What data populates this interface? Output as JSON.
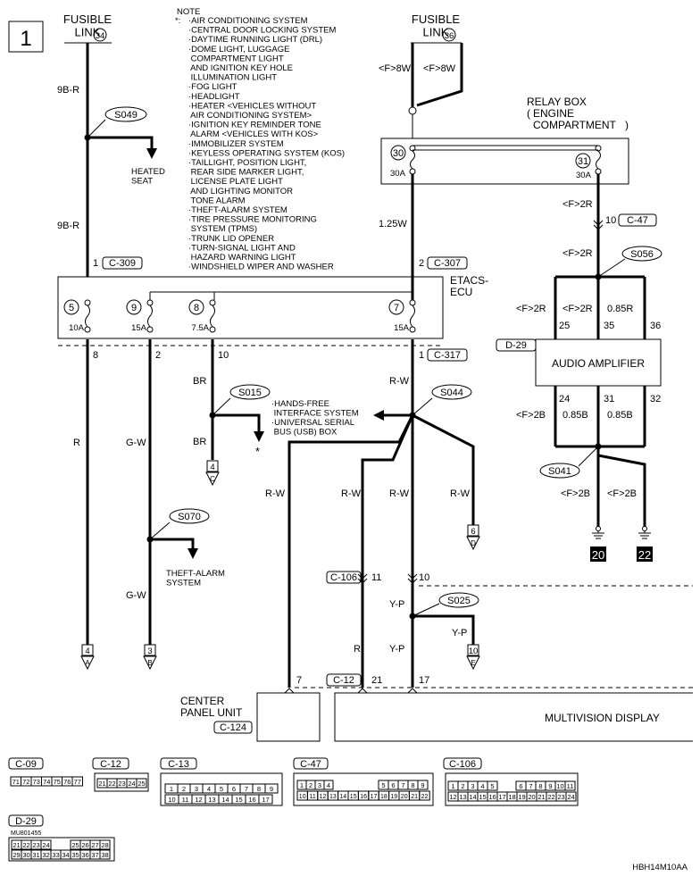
{
  "page_number": "1",
  "fusible_link_left": {
    "label": "FUSIBLE\nLINK",
    "number": "34"
  },
  "fusible_link_right": {
    "label": "FUSIBLE\nLINK",
    "number": "36"
  },
  "note": {
    "title": "NOTE",
    "star": "*:",
    "items": [
      "·AIR CONDITIONING SYSTEM",
      "·CENTRAL DOOR LOCKING SYSTEM",
      "·DAYTIME RUNNING LIGHT (DRL)",
      "·DOME LIGHT, LUGGAGE",
      " COMPARTMENT LIGHT",
      " AND IGNITION KEY HOLE",
      " ILLUMINATION LIGHT",
      "·FOG LIGHT",
      "·HEADLIGHT",
      "·HEATER <VEHICLES WITHOUT",
      " AIR CONDITIONING SYSTEM>",
      "·IGNITION KEY REMINDER TONE",
      " ALARM <VEHICLES WITH KOS>",
      "·IMMOBILIZER SYSTEM",
      "·KEYLESS OPERATING SYSTEM (KOS)",
      "·TAILLIGHT, POSITION LIGHT,",
      " REAR SIDE MARKER LIGHT,",
      " LICENSE PLATE LIGHT",
      " AND LIGHTING MONITOR",
      " TONE ALARM",
      "·THEFT-ALARM SYSTEM",
      "·TIRE PRESSURE MONITORING",
      " SYSTEM (TPMS)",
      "·TRUNK LID OPENER",
      "·TURN-SIGNAL LIGHT AND",
      " HAZARD WARNING LIGHT",
      "·WINDSHIELD WIPER AND WASHER"
    ]
  },
  "wires": {
    "w9BR_top": "9B-R",
    "w9BR_bot": "9B-R",
    "f8W_a": "<F>8W",
    "f8W_b": "<F>8W",
    "w125W": "1.25W",
    "f2R_1": "<F>2R",
    "w10": "10",
    "f2R_2": "<F>2R",
    "f2R_3": "<F>2R",
    "f2R_4": "<F>2R",
    "w085R": "0.85R",
    "n25": "25",
    "n35": "35",
    "n36": "36",
    "n24": "24",
    "n31": "31",
    "n32": "32",
    "f2B_1": "<F>2B",
    "w085B_1": "0.85B",
    "w085B_2": "0.85B",
    "f2B_2": "<F>2B",
    "f2B_3": "<F>2B",
    "R_1": "R",
    "GW_1": "G-W",
    "BR_1": "BR",
    "BR_2": "BR",
    "RW_1": "R-W",
    "RW_2": "R-W",
    "RW_3": "R-W",
    "RW_4": "R-W",
    "RW_5": "R-W",
    "GW_2": "G-W",
    "R_2": "R",
    "YP_1": "Y-P",
    "YP_2": "Y-P",
    "YP_3": "Y-P",
    "n8": "8",
    "n2": "2",
    "n10a": "10",
    "n1a": "1",
    "n1b": "1",
    "n2b": "2",
    "n11": "11",
    "n10b": "10",
    "n7": "7",
    "n21": "21",
    "n17": "17"
  },
  "connectors": {
    "c309": "C-309",
    "c307": "C-307",
    "c317": "C-317",
    "c47": "C-47",
    "d29": "D-29",
    "c106": "C-106",
    "c12": "C-12",
    "c124": "C-124"
  },
  "splices": {
    "s049": "S049",
    "s015": "S015",
    "s044": "S044",
    "s070": "S070",
    "s056": "S056",
    "s041": "S041",
    "s025": "S025"
  },
  "fuses": [
    {
      "num": "5",
      "amp": "10A"
    },
    {
      "num": "9",
      "amp": "15A"
    },
    {
      "num": "8",
      "amp": "7.5A"
    },
    {
      "num": "7",
      "amp": "15A"
    }
  ],
  "relay_fuses": [
    {
      "num": "30",
      "amp": "30A"
    },
    {
      "num": "31",
      "amp": "30A"
    }
  ],
  "components": {
    "relay_box": "RELAY BOX",
    "relay_box_sub1": "ENGINE",
    "relay_box_sub2": "COMPARTMENT",
    "etacs": "ETACS-",
    "etacs2": "ECU",
    "heated_seat": "HEATED\nSEAT",
    "hands_free": "·HANDS-FREE\n INTERFACE SYSTEM\n·UNIVERSAL SERIAL\n BUS (USB) BOX",
    "theft_alarm": "THEFT-ALARM\nSYSTEM",
    "audio_amp": "AUDIO AMPLIFIER",
    "center_panel": "CENTER\nPANEL UNIT",
    "multivision": "MULTIVISION DISPLAY",
    "star": "*"
  },
  "refs": {
    "r4C": {
      "num": "4",
      "letter": "C"
    },
    "r6D": {
      "num": "6",
      "letter": "D"
    },
    "r4A": {
      "num": "4",
      "letter": "A"
    },
    "r3B": {
      "num": "3",
      "letter": "B"
    },
    "r10E": {
      "num": "10",
      "letter": "E"
    }
  },
  "grounds": {
    "g20": "20",
    "g22": "22"
  },
  "connector_faces": {
    "c09": {
      "label": "C-09",
      "pins": [
        "71",
        "72",
        "73",
        "74",
        "75",
        "76",
        "77"
      ]
    },
    "c12": {
      "label": "C-12",
      "pins": [
        "21",
        "22",
        "23",
        "24",
        "25"
      ]
    },
    "c13": {
      "label": "C-13",
      "row1": [
        "1",
        "2",
        "3",
        "4",
        "5",
        "6",
        "7",
        "8",
        "9"
      ],
      "row2": [
        "10",
        "11",
        "12",
        "13",
        "14",
        "15",
        "16",
        "17"
      ]
    },
    "c47": {
      "label": "C-47",
      "row1": [
        "1",
        "2",
        "3",
        "4",
        "5",
        "6",
        "7",
        "8",
        "9"
      ],
      "row2": [
        "10",
        "11",
        "12",
        "13",
        "14",
        "15",
        "16",
        "17",
        "18",
        "19",
        "20",
        "21",
        "22"
      ]
    },
    "c106": {
      "label": "C-106",
      "row1": [
        "1",
        "2",
        "3",
        "4",
        "5",
        "6",
        "7",
        "8",
        "9",
        "10",
        "11"
      ],
      "row2": [
        "12",
        "13",
        "14",
        "15",
        "16",
        "17",
        "18",
        "19",
        "20",
        "21",
        "22",
        "23",
        "24"
      ]
    },
    "d29": {
      "label": "D-29",
      "part": "MU801455",
      "row1": [
        "21",
        "22",
        "23",
        "24",
        "25",
        "26",
        "27",
        "28"
      ],
      "row2": [
        "29",
        "30",
        "31",
        "32",
        "33",
        "34",
        "35",
        "36",
        "37",
        "38"
      ]
    }
  },
  "diagram_code": "HBH14M10AA"
}
